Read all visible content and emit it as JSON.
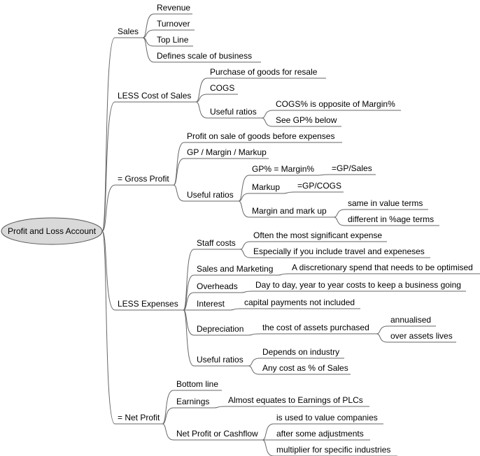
{
  "mindmap": {
    "root": "Profit and Loss Account",
    "nodes": {
      "sales": "Sales",
      "sales_revenue": "Revenue",
      "sales_turnover": "Turnover",
      "sales_topline": "Top Line",
      "sales_scale": "Defines scale of business",
      "lcos": "LESS Cost of Sales",
      "lcos_purchase": "Purchase of goods for resale",
      "lcos_cogs": "COGS",
      "lcos_ratios": "Useful ratios",
      "lcos_r1": "COGS% is opposite of Margin%",
      "lcos_r2": "See GP% below",
      "gp": "= Gross Profit",
      "gp_profit": "Profit on sale of goods before expenses",
      "gp_margin": "GP / Margin / Markup",
      "gp_ratios": "Useful ratios",
      "gp_gppct": "GP% = Margin%",
      "gp_gppct_v": "=GP/Sales",
      "gp_markup": "Markup",
      "gp_markup_v": "=GP/COGS",
      "gp_mm": "Margin and mark up",
      "gp_mm1": "same in value terms",
      "gp_mm2": "different in %age terms",
      "le": "LESS Expenses",
      "le_staff": "Staff costs",
      "le_staff1": "Often the most significant expense",
      "le_staff2": "Especially if you include travel and expeneses",
      "le_sm": "Sales and Marketing",
      "le_sm1": "A discretionary spend that needs to be optimised",
      "le_oh": "Overheads",
      "le_oh1": "Day to day, year to year costs to keep a business going",
      "le_int": "Interest",
      "le_int1": "capital payments not included",
      "le_dep": "Depreciation",
      "le_dep1": "the cost of assets purchased",
      "le_dep1a": "annualised",
      "le_dep1b": "over assets lives",
      "le_ratios": "Useful ratios",
      "le_r1": "Depends on industry",
      "le_r2": "Any cost as % of Sales",
      "np": "= Net Profit",
      "np_bottom": "Bottom line",
      "np_earn": "Earnings",
      "np_earn1": "Almost equates to Earnings of PLCs",
      "np_cash": "Net Profit or Cashflow",
      "np_cash1": "is used to value companies",
      "np_cash2": "after some adjustments",
      "np_cash3": "multiplier for specific industries"
    }
  },
  "colors": {
    "line": "#666666",
    "root_fill": "#d9d9d9",
    "root_stroke": "#555555",
    "text": "#000000"
  }
}
